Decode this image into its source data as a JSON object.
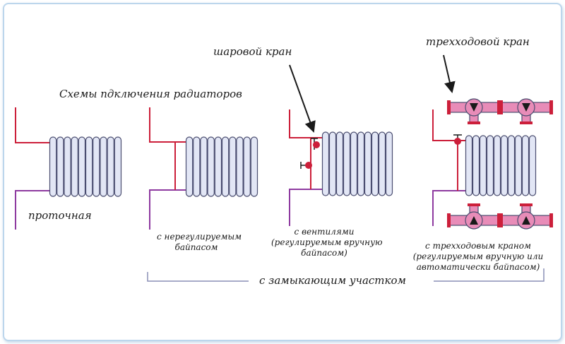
{
  "title": "Схемы пдключения радиаторов",
  "callouts": {
    "ball_valve": "шаровой кран",
    "three_way_valve": "трехходовой кран"
  },
  "schemes": [
    {
      "id": "flow",
      "lines": [
        "проточная"
      ]
    },
    {
      "id": "bypass",
      "lines": [
        "с нерегулируемым",
        "байпасом"
      ]
    },
    {
      "id": "valves",
      "lines": [
        "с вентилями",
        "(регулируемым вручную",
        "байпасом)"
      ]
    },
    {
      "id": "three_way",
      "lines": [
        "с трехходовым краном",
        "(регулируемым вручную или",
        "автоматически байпасом)"
      ]
    }
  ],
  "group_label": "с замыкающим участком",
  "colors": {
    "supply": "#cc1f3a",
    "return": "#8e3aa0",
    "radiator_fill": "#e2e6f5",
    "radiator_stroke": "#4a4d70",
    "valve_body": "#e88cb8",
    "valve_handle": "#cc1f3a",
    "valve_ball": "#1a1a1a"
  }
}
